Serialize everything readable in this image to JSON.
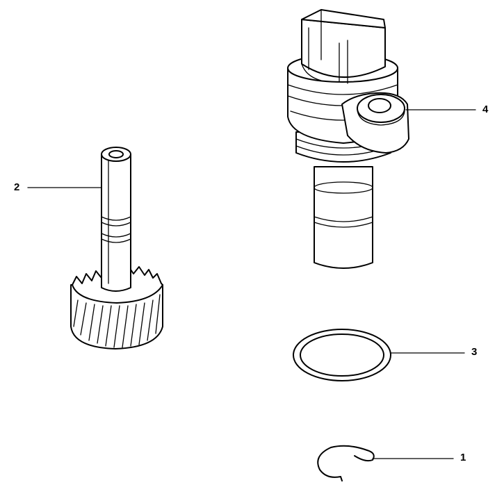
{
  "callouts": {
    "part_1": "1",
    "part_2": "2",
    "part_3": "3",
    "part_4": "4"
  },
  "colors": {
    "ink": "#000000",
    "paper": "#ffffff"
  }
}
